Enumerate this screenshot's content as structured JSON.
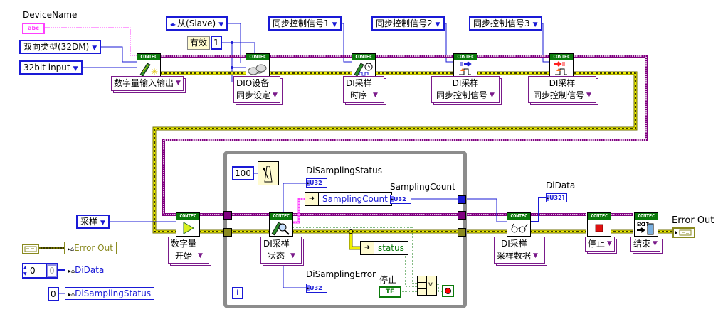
{
  "diagram": {
    "type": "LabVIEW block diagram",
    "colors": {
      "refnum_wire": "#800080",
      "error_wire": "#c8c800",
      "numeric_wire": "#1a1ad6",
      "string_wire": "#ff40ff",
      "boolean_wire": "#0b7a0b",
      "contec_header": "#0b7a0b",
      "loop_border": "#8c8c8c"
    }
  },
  "controls": {
    "device_name_label": "DeviceName",
    "device_name_glyph": "abc",
    "direction_type": "双向类型(32DM)",
    "bit_input": "32bit input",
    "slave_mode": "从(Slave)",
    "valid_label": "有效",
    "valid_value": "1",
    "sync_signal_1": "同步控制信号1",
    "sync_signal_2": "同步控制信号2",
    "sync_signal_3": "同步控制信号3",
    "sampling_mode": "采样",
    "wait_ms": "100",
    "stop_label": "停止",
    "stop_glyph": "TF"
  },
  "vis": [
    {
      "header": "CONTEC",
      "icon": "digital-io-init-icon",
      "selector": "数字量输入输出"
    },
    {
      "header": "CONTEC",
      "icon": "sync-settings-icon",
      "selector_line1": "DIO设备",
      "selector_line2": "同步设定"
    },
    {
      "header": "CONTEC",
      "icon": "sampling-timing-icon",
      "selector_line1": "DI采样",
      "selector_line2": "时序"
    },
    {
      "header": "CONTEC",
      "icon": "sync-signal-in-icon",
      "selector_line1": "DI采样",
      "selector_line2": "同步控制信号"
    },
    {
      "header": "CONTEC",
      "icon": "sync-signal-out-icon",
      "selector_line1": "DI采样",
      "selector_line2": "同步控制信号"
    },
    {
      "header": "CONTEC",
      "icon": "start-icon",
      "selector_line1": "数字量",
      "selector_line2": "开始"
    },
    {
      "header": "CONTEC",
      "icon": "status-query-icon",
      "selector_line1": "DI采样",
      "selector_line2": "状态"
    },
    {
      "header": "CONTEC",
      "icon": "read-data-icon",
      "selector_line1": "DI采样",
      "selector_line2": "采样数据"
    },
    {
      "header": "CONTEC",
      "icon": "stop-icon",
      "selector": "停止"
    },
    {
      "header": "CONTEC",
      "icon": "exit-icon",
      "selector": "结束",
      "icon_text": "EXIT"
    }
  ],
  "indicators": {
    "di_sampling_status_label": "DiSamplingStatus",
    "sampling_count_label": "SamplingCount",
    "di_sampling_error_label": "DiSamplingError",
    "di_data_label": "DiData",
    "error_out_label": "Error Out",
    "u32": "U32"
  },
  "unbundle": {
    "sampling_count": "SamplingCount",
    "status": "status"
  },
  "or_gate": "v",
  "iteration": "i",
  "locals": {
    "error_out": "Error Out",
    "di_data": "DiData",
    "di_sampling_status": "DiSamplingStatus",
    "array_index": "0",
    "array_value": "0",
    "status_value": "0"
  }
}
